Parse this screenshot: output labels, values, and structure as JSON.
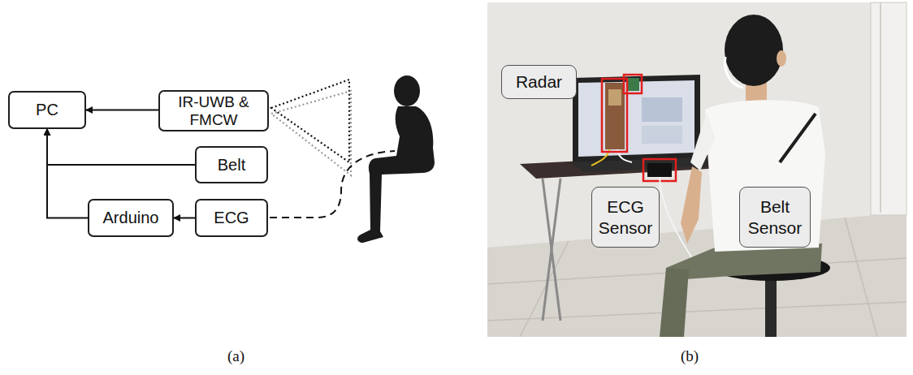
{
  "diagram": {
    "nodes": [
      {
        "text": [
          "PC"
        ]
      },
      {
        "text": [
          "IR-UWB & FMCW"
        ]
      },
      {
        "text": [
          "Belt"
        ]
      },
      {
        "text": [
          "Arduino"
        ]
      },
      {
        "text": [
          "ECG"
        ]
      },
      {
        "text": [
          "Radar"
        ]
      },
      {
        "text": [
          "ECG Sensor"
        ]
      },
      {
        "text": [
          "Belt Sensor"
        ]
      }
    ],
    "edges": [
      {
        "from": 1,
        "to": 0,
        "arrow": "to"
      },
      {
        "from": 2,
        "to": 0,
        "arrow": "to"
      },
      {
        "from": 3,
        "to": 0,
        "arrow": "to"
      },
      {
        "from": 4,
        "to": 3,
        "arrow": "to"
      }
    ],
    "labels": [
      "(a)",
      "(b)"
    ]
  }
}
